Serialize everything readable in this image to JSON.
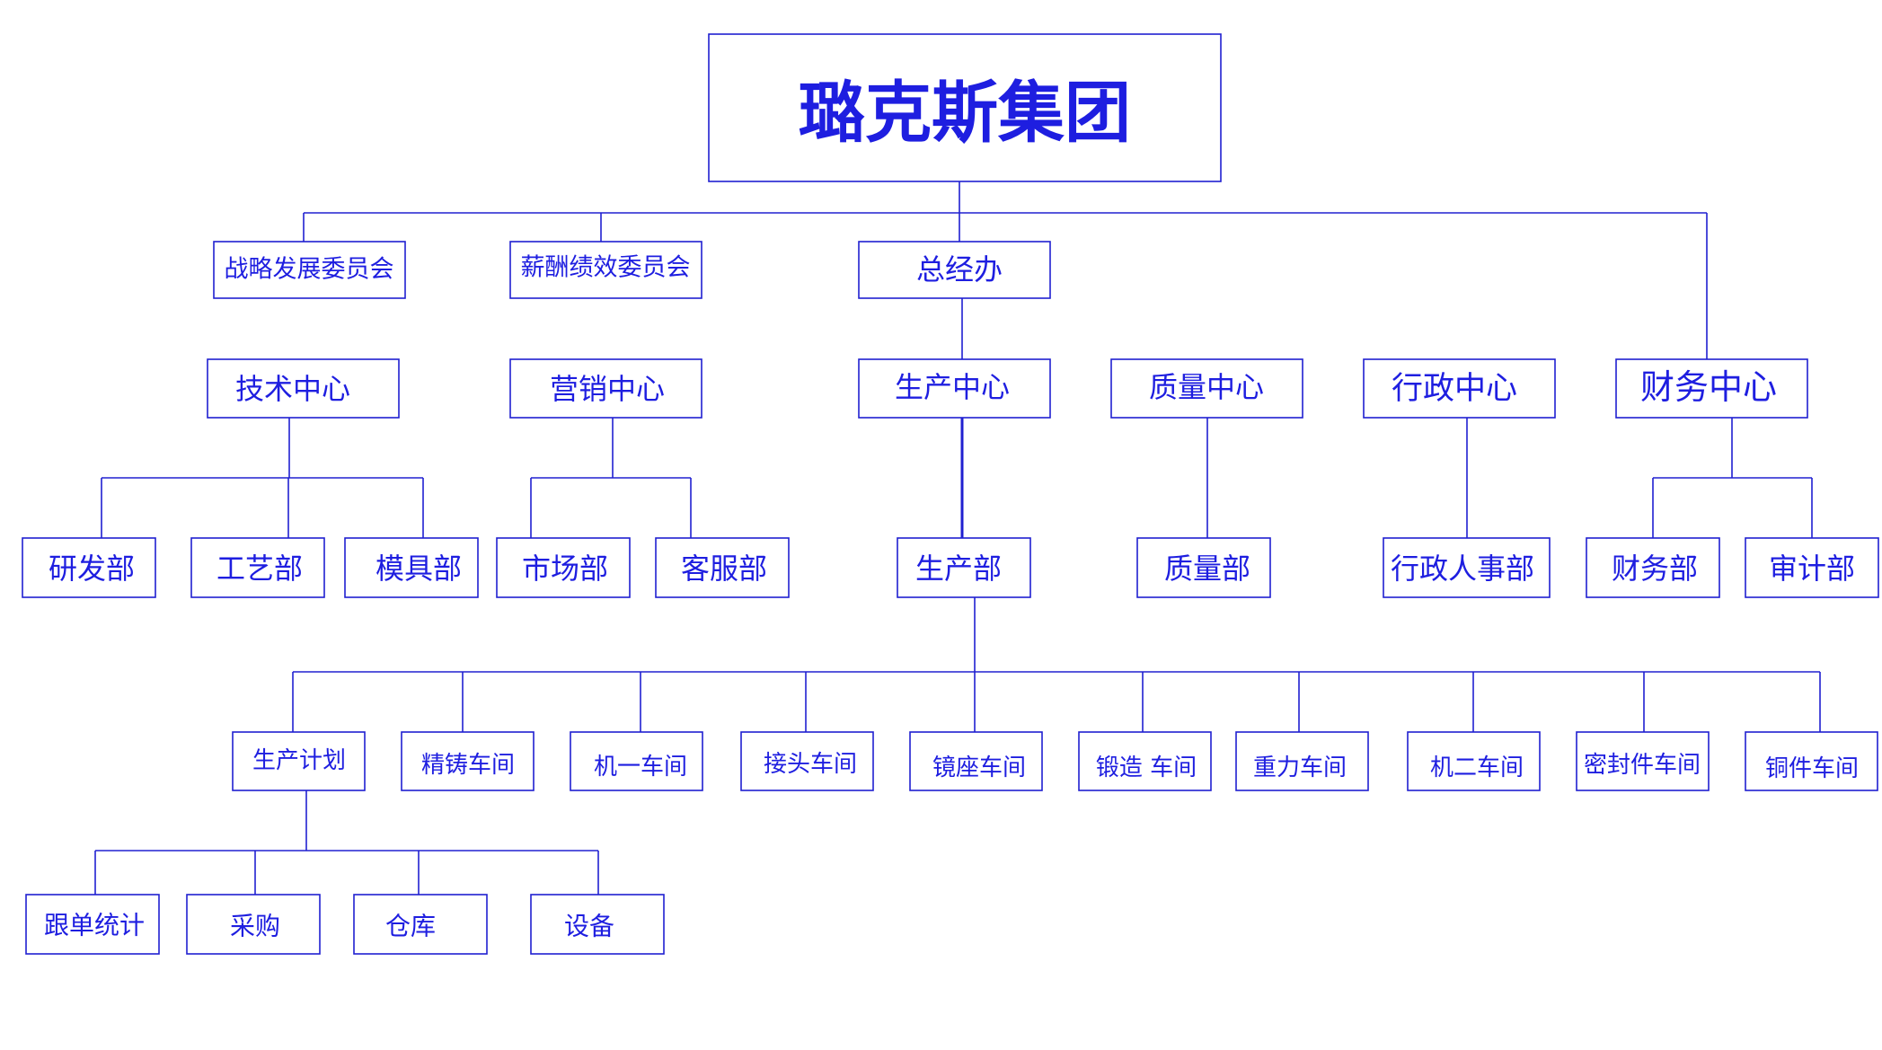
{
  "colors": {
    "line": "#2020d0",
    "text": "#1e1ee0",
    "background": "#ffffff"
  },
  "root": {
    "label": "璐克斯集团"
  },
  "top_level": {
    "strategy_committee": "战略发展委员会",
    "compensation_committee": "薪酬绩效委员会",
    "general_office": "总经办"
  },
  "centers": {
    "tech": "技术中心",
    "marketing": "营销中心",
    "production": "生产中心",
    "quality": "质量中心",
    "admin": "行政中心",
    "finance": "财务中心"
  },
  "departments": {
    "rd": "研发部",
    "process": "工艺部",
    "mold": "模具部",
    "market": "市场部",
    "customer_service": "客服部",
    "production": "生产部",
    "quality": "质量部",
    "hr_admin": "行政人事部",
    "finance": "财务部",
    "audit": "审计部"
  },
  "workshops": {
    "planning": "生产计划",
    "precision_casting": "精铸车间",
    "machining_1": "机一车间",
    "fitting": "接头车间",
    "mirror_base": "镜座车间",
    "forging": "锻造 车间",
    "gravity": "重力车间",
    "machining_2": "机二车间",
    "seal": "密封件车间",
    "copper": "铜件车间"
  },
  "planning_units": {
    "order_tracking": "跟单统计",
    "purchasing": "采购",
    "warehouse": "仓库",
    "equipment": "设备"
  }
}
